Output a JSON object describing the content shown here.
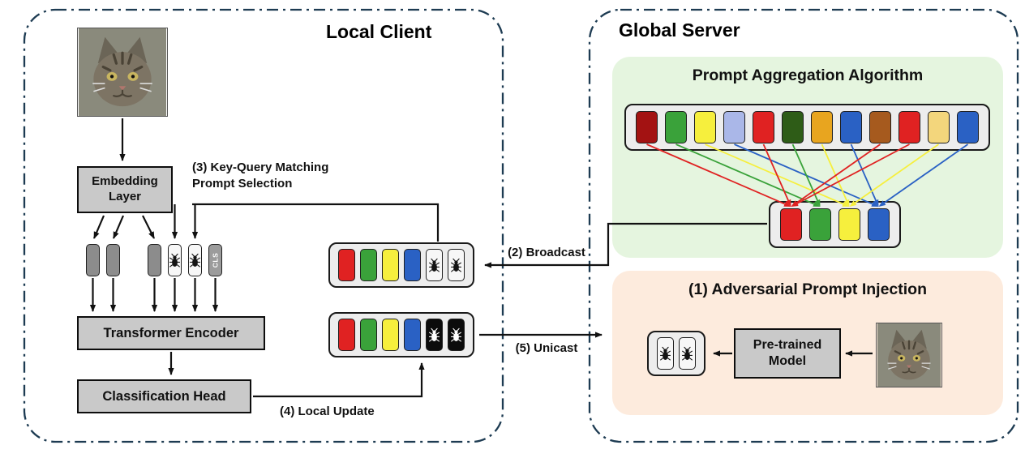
{
  "titles": {
    "local_client": "Local Client",
    "global_server": "Global Server"
  },
  "local": {
    "embedding_layer": "Embedding\nLayer",
    "transformer_encoder": "Transformer Encoder",
    "classification_head": "Classification Head",
    "cls_token": "CLS",
    "step3_label": "(3) Key-Query Matching\nPrompt Selection",
    "step4_label": "(4) Local Update"
  },
  "server": {
    "aggregation_title": "Prompt Aggregation Algorithm",
    "injection_title": "(1) Adversarial Prompt Injection",
    "pretrained_model": "Pre-trained\nModel"
  },
  "flows": {
    "broadcast_label": "(2) Broadcast",
    "unicast_label": "(5) Unicast"
  },
  "colors": {
    "red": "#e02222",
    "dark_red": "#a31212",
    "green": "#3aa23a",
    "dark_green": "#2e5c17",
    "yellow": "#f6ef3d",
    "light_yellow": "#f3d67c",
    "blue": "#2a61c4",
    "lavender": "#aab7e8",
    "orange": "#e8a51f",
    "brown": "#a65a1e",
    "gray": "#8c8c8c",
    "panel_border": "#1d3b52",
    "aggregation_bg": "#e5f5df",
    "injection_bg": "#fdebdd"
  },
  "strips": {
    "client_patch_tokens": [
      "gray",
      "gray",
      "spacer",
      "gray",
      "bug_light",
      "bug_light",
      "cls"
    ],
    "client_selected": [
      "red",
      "green",
      "yellow",
      "blue",
      "bug_light",
      "bug_light"
    ],
    "client_updated": [
      "red",
      "green",
      "yellow",
      "blue",
      "bug_dark",
      "bug_dark"
    ],
    "server_pool": [
      "dark_red",
      "green",
      "yellow",
      "lavender",
      "red",
      "dark_green",
      "orange",
      "blue",
      "brown",
      "red",
      "light_yellow",
      "blue"
    ],
    "server_aggregated": [
      "red",
      "green",
      "yellow",
      "blue"
    ],
    "server_injected": [
      "bug_light",
      "bug_light"
    ]
  },
  "aggregation_links": [
    {
      "from": 0,
      "to": 0
    },
    {
      "from": 1,
      "to": 1
    },
    {
      "from": 2,
      "to": 2
    },
    {
      "from": 3,
      "to": 3
    },
    {
      "from": 4,
      "to": 0
    },
    {
      "from": 5,
      "to": 1
    },
    {
      "from": 6,
      "to": 2
    },
    {
      "from": 7,
      "to": 3
    },
    {
      "from": 8,
      "to": 0
    },
    {
      "from": 9,
      "to": 0
    },
    {
      "from": 10,
      "to": 2
    },
    {
      "from": 11,
      "to": 3
    }
  ]
}
